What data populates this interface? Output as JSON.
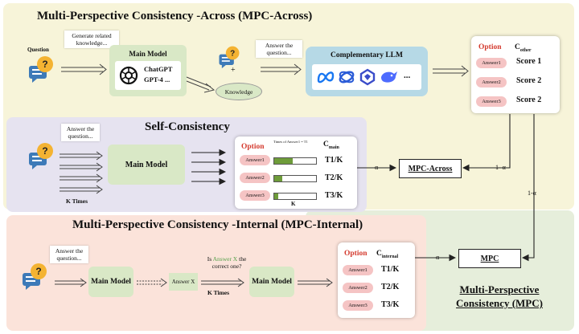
{
  "across": {
    "title": "Multi-Perspective Consistency -Across (MPC-Across)",
    "question_label": "Question",
    "generate_note": "Generate related knowledge...",
    "main_model_title": "Main  Model",
    "main_model_sub1": "ChatGPT",
    "main_model_sub2": "GPT-4 ...",
    "plus": "+",
    "knowledge": "Knowledge",
    "answer_note": "Answer the question...",
    "comp_llm_title": "Complementary LLM",
    "comp_llm_more": "...",
    "option_header": "Option",
    "c_header": "C",
    "c_sub": "other",
    "answers": [
      "Answer1",
      "Answer2",
      "Answer3"
    ],
    "scores": [
      "Score 1",
      "Score 2",
      "Score 2"
    ],
    "weight_to_across": "1- α",
    "weight_to_mpc": "1-α"
  },
  "self": {
    "title": "Self-Consistency",
    "answer_note": "Answer the question...",
    "k_times": "K Times",
    "main_model": "Main  Model",
    "option_header": "Option",
    "c_header": "C",
    "c_sub": "main",
    "bar_caption": "Times of Answer1 = T1",
    "bar_k": "K",
    "answers": [
      "Answer1",
      "Answer2",
      "Answer3"
    ],
    "ratios": [
      "T1/K",
      "T2/K",
      "T3/K"
    ],
    "bar_fill": [
      0.45,
      0.2,
      0.1
    ],
    "weight": "α",
    "mpc_across": "MPC-Across"
  },
  "internal": {
    "title": "Multi-Perspective Consistency -Internal  (MPC-Internal)",
    "answer_note": "Answer the question...",
    "main_model_a": "Main Model",
    "answer_x": "Answer X",
    "is_prefix": "Is ",
    "is_highlight": "Answer X",
    "is_suffix": " the correct one?",
    "k_times": "K Times",
    "main_model_b": "Main Model",
    "option_header": "Option",
    "c_header": "C",
    "c_sub": "internal",
    "answers": [
      "Answer1",
      "Answer2",
      "Answer3"
    ],
    "ratios": [
      "T1/K",
      "T2/K",
      "T3/K"
    ],
    "weight": "α",
    "mpc": "MPC"
  },
  "mpc_title": "Multi-Perspective Consistency  (MPC)",
  "colors": {
    "across_bg": "#f7f4d9",
    "self_bg": "#e6e3f0",
    "internal_bg": "#fbe3da",
    "mpc_bg": "#e6eedb",
    "green_box": "#d9e8c6",
    "comp_bg": "#b6d9e6",
    "option_red": "#d43b2f",
    "pill": "#f5c4c4",
    "bar_green": "#6e9c3a",
    "highlight_green": "#55a14a"
  }
}
